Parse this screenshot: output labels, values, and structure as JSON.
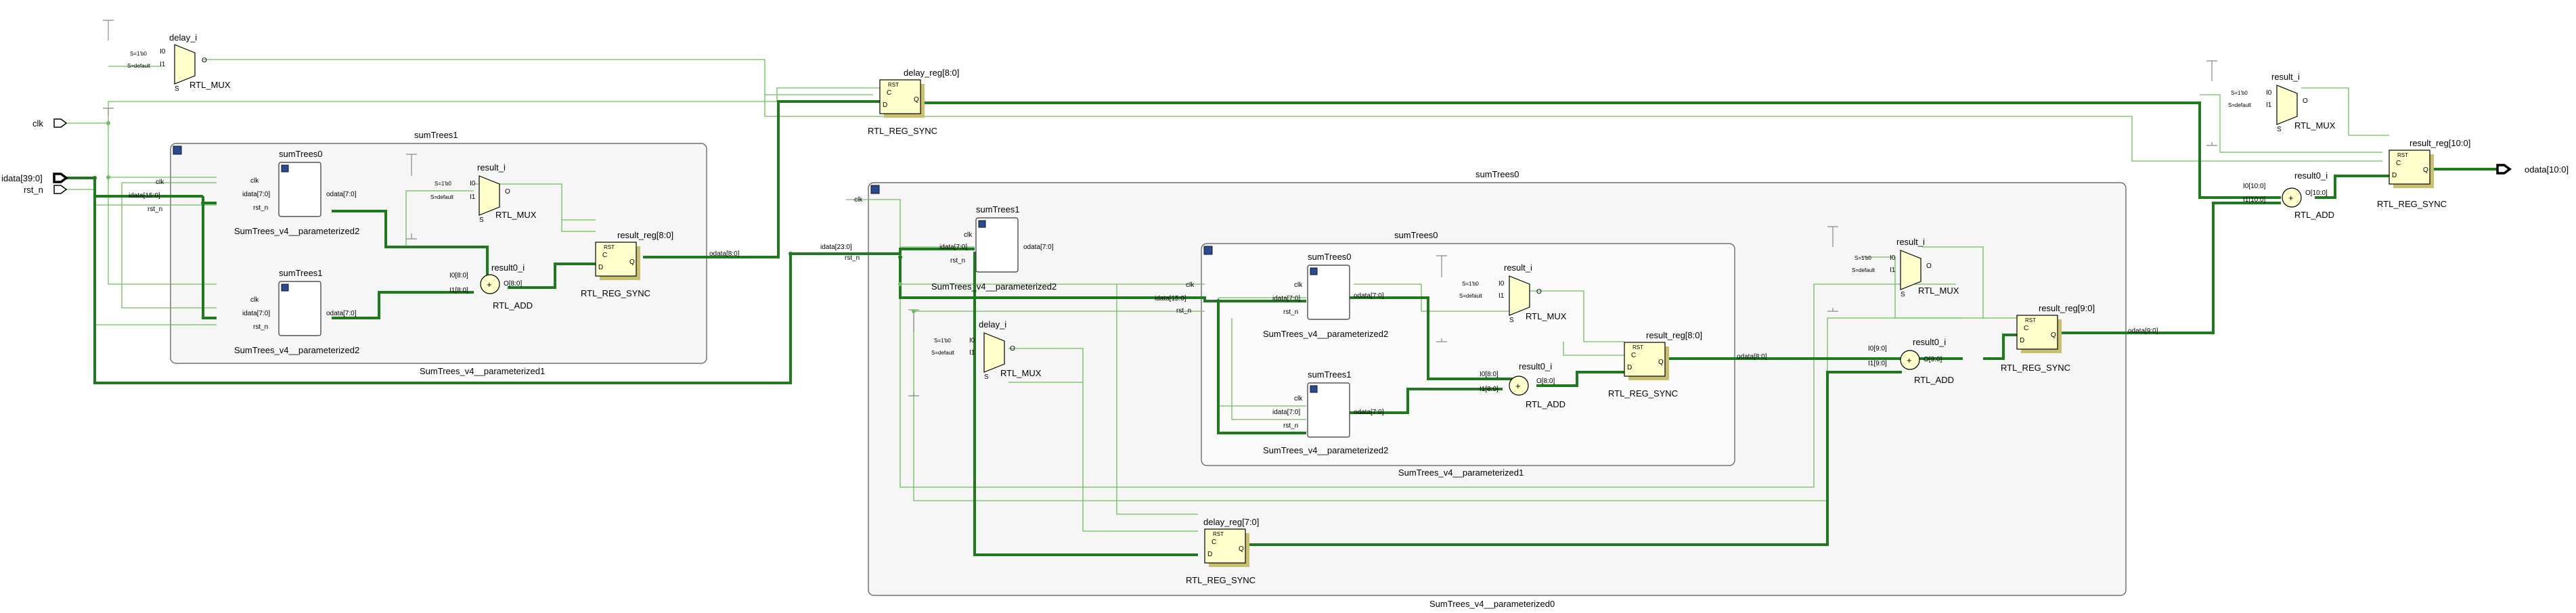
{
  "ports": {
    "clk": "clk",
    "idata": "idata[39:0]",
    "rst_n": "rst_n",
    "odata": "odata[10:0]"
  },
  "pins": {
    "clk": "clk",
    "rst_n": "rst_n",
    "idata15": "idata[15:0]",
    "idata7": "idata[7:0]",
    "idata23": "idata[23:0]",
    "odata7": "odata[7:0]",
    "odata8": "odata[8:0]",
    "odata9": "odata[9:0]",
    "I0": "I0",
    "I1": "I1",
    "O": "O",
    "S": "S",
    "S1": "S=1'b0",
    "Sdef": "S=default",
    "I0_8": "I0[8:0]",
    "I1_8": "I1[8:0]",
    "O_8": "O[8:0]",
    "I0_9": "I0[9:0]",
    "I1_9": "I1[9:0]",
    "O_9": "O[9:0]",
    "I0_10": "I0[10:0]",
    "I1_10": "I1[10:0]",
    "O_10": "O[10:0]",
    "RST": "RST",
    "C": "C",
    "D": "D",
    "Q": "Q",
    "plus": "+"
  },
  "cells": {
    "delay_i": "delay_i",
    "result_i": "result_i",
    "result0_i": "result0_i",
    "rtl_mux": "RTL_MUX",
    "rtl_add": "RTL_ADD",
    "rtl_reg_sync": "RTL_REG_SYNC",
    "delay_reg8": "delay_reg[8:0]",
    "delay_reg7": "delay_reg[7:0]",
    "result_reg8": "result_reg[8:0]",
    "result_reg9": "result_reg[9:0]",
    "result_reg10": "result_reg[10:0]"
  },
  "hier": {
    "sumTrees0": "sumTrees0",
    "sumTrees1": "sumTrees1",
    "p2": "SumTrees_v4__parameterized2",
    "p1": "SumTrees_v4__parameterized1",
    "p0": "SumTrees_v4__parameterized0"
  },
  "colors": {
    "net": "#6bbf5a",
    "bus": "#1f7a1f",
    "register": "#ffffcc",
    "hier_bg": "#f6f6f6"
  }
}
